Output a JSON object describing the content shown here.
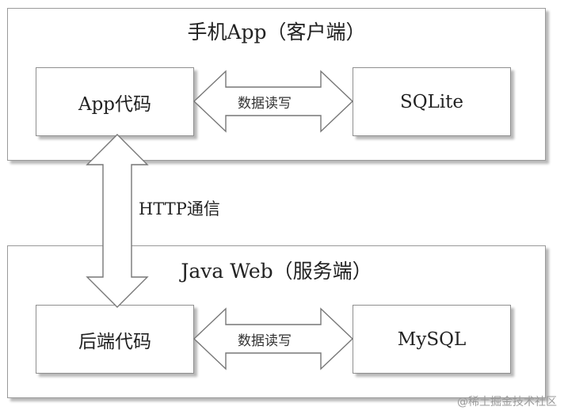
{
  "client": {
    "title": "手机App（客户端）",
    "code_node": "App代码",
    "db_node": "SQLite",
    "link_label": "数据读写"
  },
  "server": {
    "title": "Java Web（服务端）",
    "code_node": "后端代码",
    "db_node": "MySQL",
    "link_label": "数据读写"
  },
  "http_label": "HTTP通信",
  "watermark": "@稀土掘金技术社区"
}
